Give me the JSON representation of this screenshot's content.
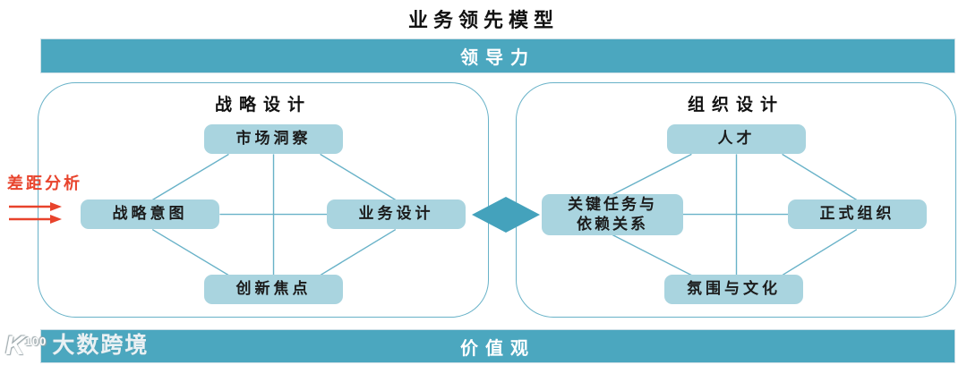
{
  "title": "业务领先模型",
  "top_bar": {
    "label": "领导力"
  },
  "bottom_bar": {
    "label": "价值观"
  },
  "gap_analysis": {
    "label": "差距分析",
    "color": "#e8432c",
    "arrow_icon": "double-right-arrows-icon"
  },
  "left_box": {
    "title": "战略设计",
    "nodes": {
      "top": "市场洞察",
      "left": "战略意图",
      "right": "业务设计",
      "bottom": "创新焦点"
    }
  },
  "right_box": {
    "title": "组织设计",
    "nodes": {
      "top": "人才",
      "left": "关键任务与\n依赖关系",
      "right": "正式组织",
      "bottom": "氛围与文化"
    }
  },
  "connector_diamond": {
    "icon": "diamond-icon",
    "color": "#44a2bc"
  },
  "watermark": {
    "logo_text": "K",
    "logo_sup": "100",
    "name": "大数跨境"
  },
  "colors": {
    "bar_teal": "#4ba7bf",
    "node_fill": "#a9d4df",
    "line_teal": "#68b2c8",
    "accent_red": "#e8432c"
  }
}
